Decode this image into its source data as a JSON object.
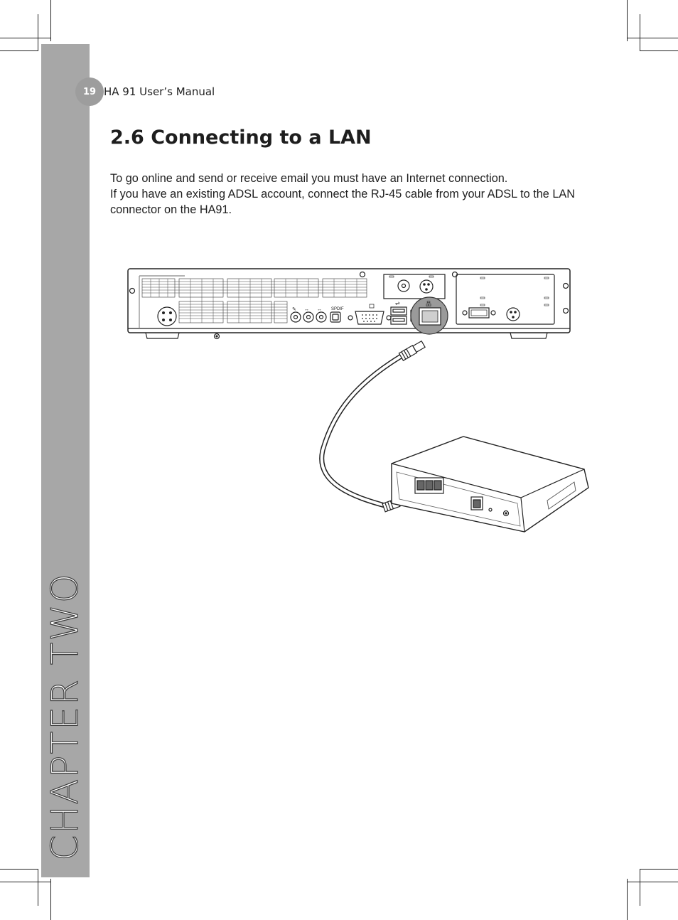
{
  "header": {
    "page_number": "19",
    "manual_title": "HA 91 User’s Manual"
  },
  "sidebar": {
    "chapter_label": "CHAPTER TWO"
  },
  "section": {
    "heading": "2.6 Connecting to a LAN",
    "paragraphs": [
      "To go online and send or receive email you must have an Internet connection.",
      "If you have an existing ADSL account, connect the RJ-45 cable from your ADSL to the LAN connector on the HA91."
    ]
  },
  "illustration": {
    "spdif_label": "SPDIF",
    "subject": "HA91 rear panel connected by RJ-45 cable to ADSL modem"
  },
  "colors": {
    "sidebar": "#a7a7a7",
    "badge": "#9d9d9d",
    "highlight": "#9a9a9a"
  }
}
